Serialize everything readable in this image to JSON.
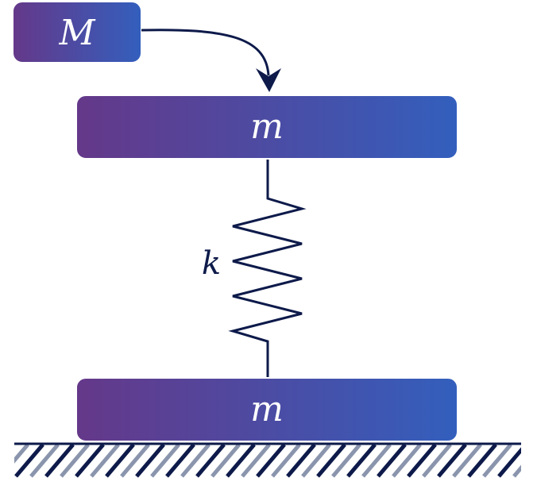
{
  "diagram": {
    "falling_mass": {
      "label": "M"
    },
    "upper_block": {
      "label": "m"
    },
    "lower_block": {
      "label": "m"
    },
    "spring": {
      "label": "k"
    }
  },
  "colors": {
    "block_gradient_start": "#653889",
    "block_gradient_end": "#335fbd",
    "block_text": "#ffffff",
    "line_dark": "#0d1a4a",
    "hatch_gray": "#8a95ad",
    "background": "#ffffff"
  }
}
